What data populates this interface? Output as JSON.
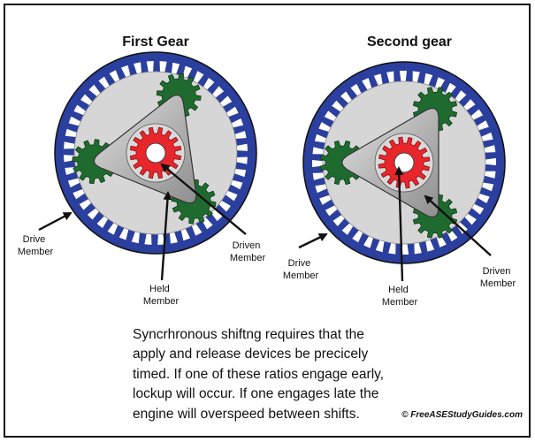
{
  "titles": {
    "first": "First Gear",
    "second": "Second gear"
  },
  "labels": {
    "first_drive": [
      "Drive",
      "Member"
    ],
    "first_held": [
      "Held",
      "Member"
    ],
    "first_driven": [
      "Driven",
      "Member"
    ],
    "second_drive": [
      "Drive",
      "Member"
    ],
    "second_held": [
      "Held",
      "Member"
    ],
    "second_driven": [
      "Driven",
      "Member"
    ]
  },
  "caption": [
    "Syncrhronous shiftng requires that the",
    "apply and release devices be precicely",
    "timed. If one of these ratios engage early,",
    "lockup will occur. If one engages late the",
    "engine will overspeed between shifts."
  ],
  "copyright": "© FreeASEStudyGuides.com",
  "colors": {
    "ring": "#2a3f9e",
    "ring_teeth_bg": "#d6d6d6",
    "planet": "#1f6b2f",
    "carrier": "#b9b9b9",
    "sun": "#e8262b",
    "border": "#111111"
  }
}
